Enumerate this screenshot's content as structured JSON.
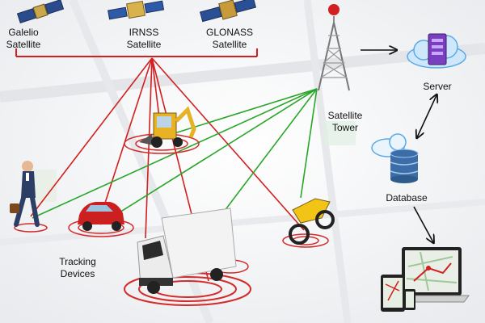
{
  "satellites": [
    {
      "name": "Galelio",
      "sub": "Satellite"
    },
    {
      "name": "IRNSS",
      "sub": "Satellite"
    },
    {
      "name": "GLONASS",
      "sub": "Satellite"
    }
  ],
  "tower": {
    "line1": "Satellite",
    "line2": "Tower"
  },
  "server": {
    "label": "Server"
  },
  "database": {
    "label": "Database"
  },
  "tracking": {
    "line1": "Tracking",
    "line2": "Devices"
  },
  "colors": {
    "red_link": "#d21f1f",
    "green_link": "#2aa62a",
    "arrow": "#111111",
    "ring": "#d42a2a",
    "cloud": "#5aa9e6"
  }
}
